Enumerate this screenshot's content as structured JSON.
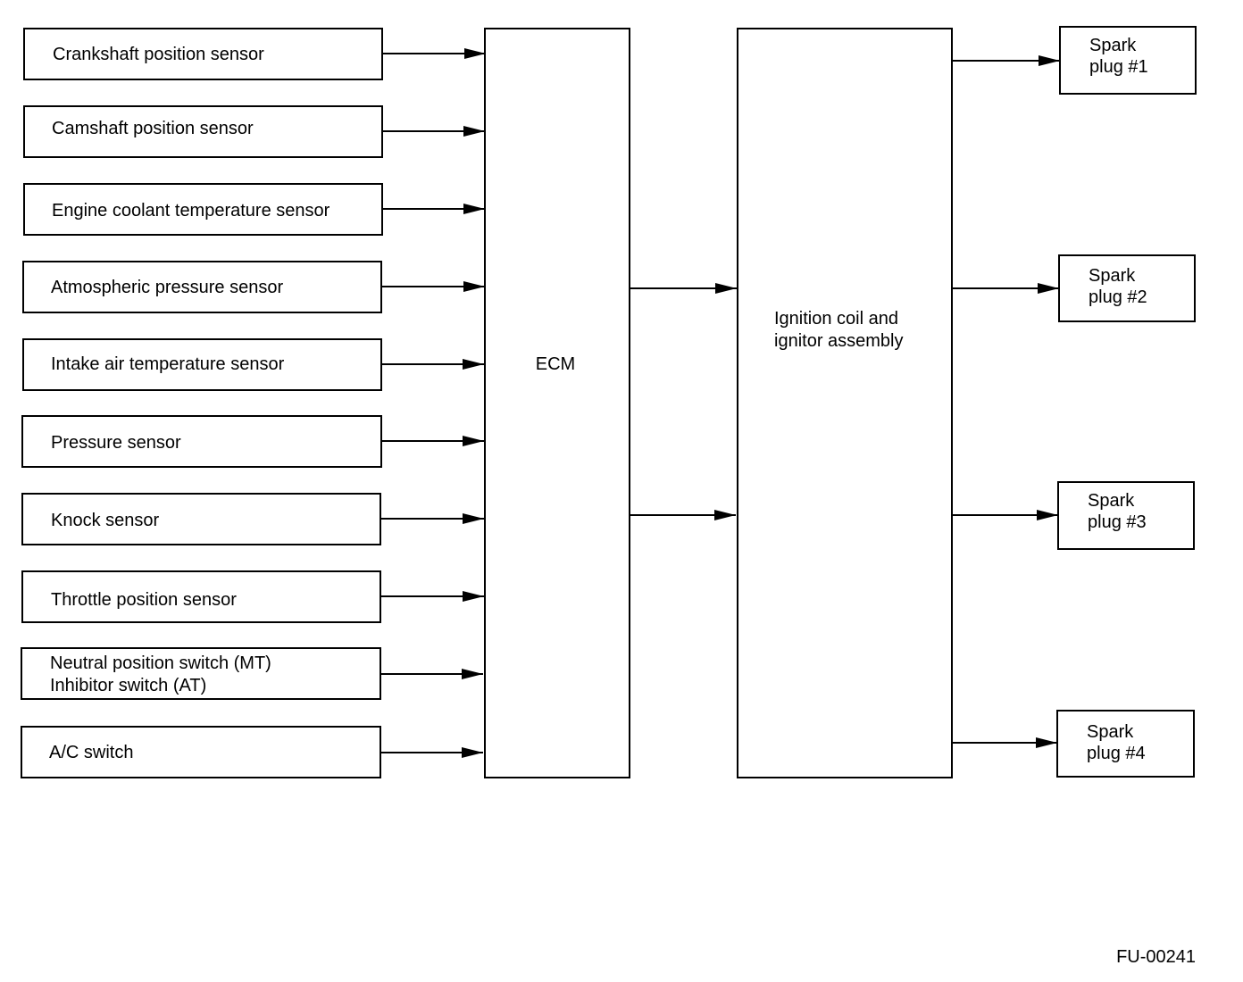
{
  "sensors": [
    {
      "label": "Crankshaft position sensor"
    },
    {
      "label": "Camshaft position sensor"
    },
    {
      "label": "Engine coolant temperature sensor"
    },
    {
      "label": "Atmospheric pressure sensor"
    },
    {
      "label": "Intake air temperature sensor"
    },
    {
      "label": "Pressure sensor"
    },
    {
      "label": "Knock sensor"
    },
    {
      "label": "Throttle position sensor"
    },
    {
      "label": "Neutral position switch (MT)",
      "label2": "Inhibitor switch (AT)"
    },
    {
      "label": "A/C switch"
    }
  ],
  "ecm": {
    "label": "ECM"
  },
  "ignition": {
    "line1": "Ignition coil and",
    "line2": "ignitor assembly"
  },
  "spark_plugs": [
    {
      "line1": "Spark",
      "line2": "plug #1"
    },
    {
      "line1": "Spark",
      "line2": "plug #2"
    },
    {
      "line1": "Spark",
      "line2": "plug #3"
    },
    {
      "line1": "Spark",
      "line2": "plug #4"
    }
  ],
  "figure_code": "FU-00241"
}
